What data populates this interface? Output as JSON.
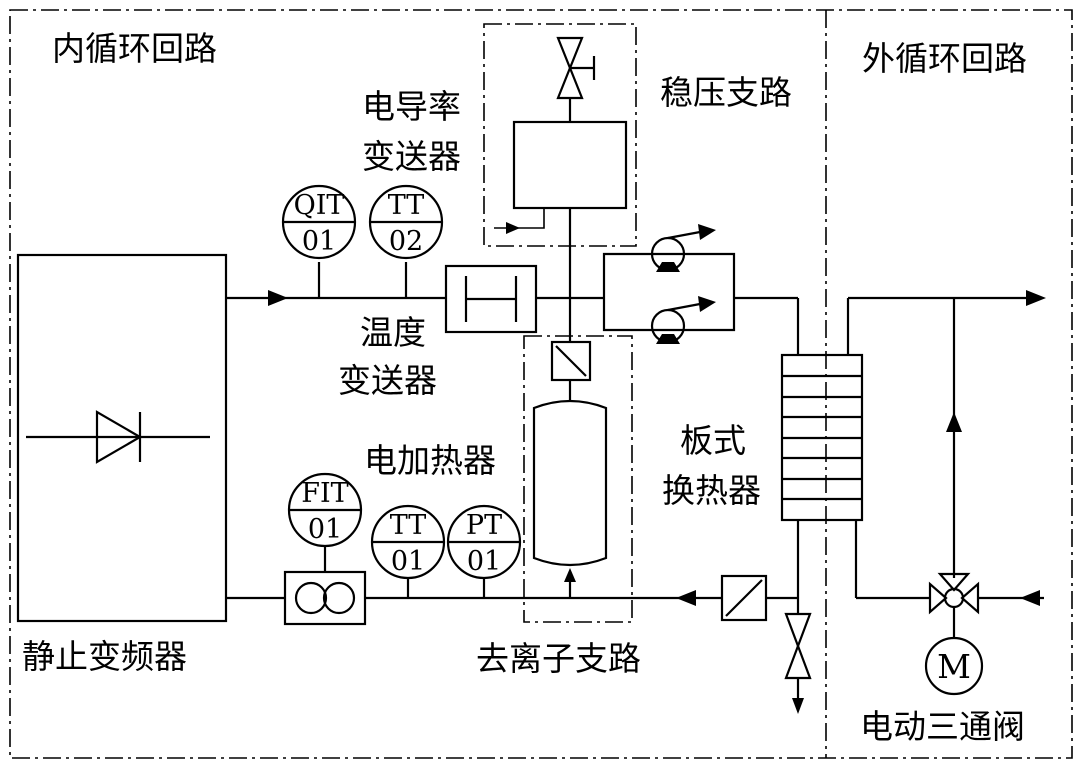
{
  "labels": {
    "inner_loop": "内循环回路",
    "outer_loop": "外循环回路",
    "pressure_branch": "稳压支路",
    "conductivity_line1": "电导率",
    "conductivity_line2": "变送器",
    "temperature_line1": "温度",
    "temperature_line2": "变送器",
    "heater": "电加热器",
    "plate_line1": "板式",
    "plate_line2": "换热器",
    "converter": "静止变频器",
    "deion_branch": "去离子支路",
    "valve3": "电动三通阀"
  },
  "instruments": [
    {
      "id": "qit01",
      "top": "QIT",
      "bottom": "01"
    },
    {
      "id": "tt02",
      "top": "TT",
      "bottom": "02"
    },
    {
      "id": "fit01",
      "top": "FIT",
      "bottom": "01"
    },
    {
      "id": "tt01",
      "top": "TT",
      "bottom": "01"
    },
    {
      "id": "pt01",
      "top": "PT",
      "bottom": "01"
    }
  ],
  "motor_label": "M"
}
